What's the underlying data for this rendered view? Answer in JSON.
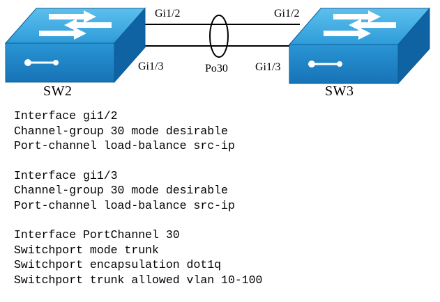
{
  "diagram": {
    "switches": [
      {
        "name": "SW2",
        "icon": "layer2-switch-icon"
      },
      {
        "name": "SW3",
        "icon": "layer2-switch-icon"
      }
    ],
    "links": {
      "top": {
        "left_port": "Gi1/2",
        "right_port": "Gi1/2"
      },
      "bottom": {
        "left_port": "Gi1/3",
        "right_port": "Gi1/3"
      }
    },
    "port_channel_label": "Po30",
    "colors": {
      "switch_top": "#39a7e0",
      "switch_side": "#1c86c9",
      "switch_dark": "#0f63a3",
      "line": "#000000"
    }
  },
  "config": {
    "blocks": [
      {
        "lines": [
          "Interface gi1/2",
          "Channel-group 30 mode desirable",
          "Port-channel load-balance src-ip"
        ]
      },
      {
        "lines": [
          "Interface gi1/3",
          "Channel-group 30 mode desirable",
          "Port-channel load-balance src-ip"
        ]
      },
      {
        "lines": [
          "Interface PortChannel 30",
          "Switchport mode trunk",
          "Switchport encapsulation dot1q",
          "Switchport trunk allowed vlan 10-100"
        ]
      }
    ]
  }
}
